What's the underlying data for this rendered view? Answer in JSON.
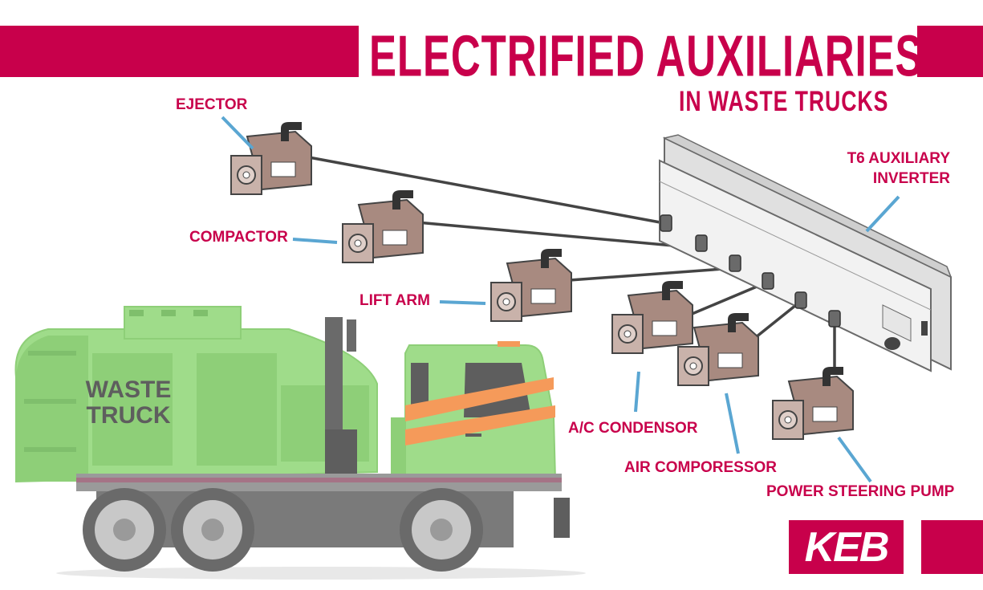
{
  "header": {
    "title": "ELECTRIFIED AUXILIARIES",
    "subtitle": "IN WASTE TRUCKS"
  },
  "labels": {
    "ejector": "EJECTOR",
    "compactor": "COMPACTOR",
    "lift_arm": "LIFT ARM",
    "ac_condensor": "A/C CONDENSOR",
    "air_compressor": "AIR COMPORESSOR",
    "power_steering": "POWER STEERING PUMP",
    "inverter_line1": "T6 AUXILIARY",
    "inverter_line2": "INVERTER"
  },
  "truck": {
    "text_line1": "WASTE",
    "text_line2": "TRUCK"
  },
  "logo": {
    "text": "KEB"
  },
  "colors": {
    "brand": "#c8004b",
    "leader": "#5aa6d2",
    "truck_body": "#9fdc8a",
    "truck_dark": "#7fbf6c",
    "stripe": "#f59a5a",
    "motor": "#a88a80",
    "cable": "#444444"
  },
  "icons": [
    "motor-icon",
    "inverter-icon",
    "waste-truck-icon"
  ]
}
